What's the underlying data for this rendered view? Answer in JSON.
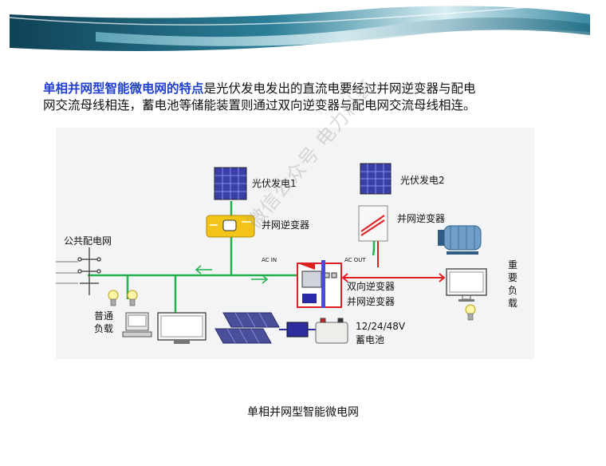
{
  "intro": {
    "highlight": "单相并网型智能微电网的特点",
    "text_line1_rest": "是光伏发电发出的直流电要经过并网逆变器与配电",
    "text_line2": "网交流母线相连，蓄电池等储能装置则通过双向逆变器与配电网交流母线相连。"
  },
  "diagram": {
    "pv1_label": "光伏发电1",
    "pv2_label": "光伏发电2",
    "inverter1_label": "并网逆变器",
    "inverter2_label": "并网逆变器",
    "grid_label": "公共配电网",
    "ac_in": "AC IN",
    "ac_out": "AC OUT",
    "bidir_inverter_label": "双向逆变器",
    "grid_inverter_label": "并网逆变器",
    "normal_load_label_1": "普通",
    "normal_load_label_2": "负载",
    "critical_load_label": [
      "重",
      "要",
      "负",
      "载"
    ],
    "battery_voltage": "12/24/48V",
    "battery_label": "蓄电池"
  },
  "watermark": "微信公众号 电力料哥",
  "caption": "单相并网型智能微电网",
  "colors": {
    "banner_dark": "#1b5d74",
    "banner_light": "#a8d6e2",
    "highlight": "#1f3fd0",
    "green_line": "#22b14c",
    "red_line": "#e02020"
  }
}
